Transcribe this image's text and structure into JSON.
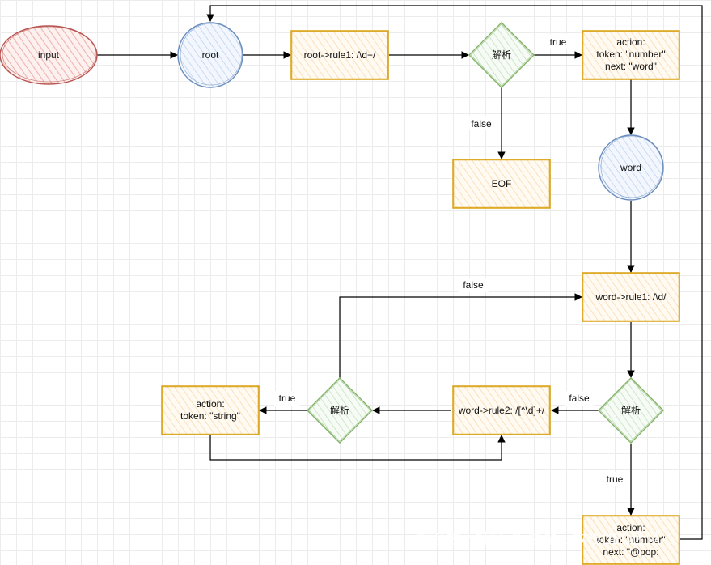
{
  "nodes": {
    "input": "input",
    "root": "root",
    "root_rule1": "root->rule1: /\\d+/",
    "decision1": "解析",
    "action1": [
      "action:",
      "token: \"number\"",
      "next: \"word\""
    ],
    "eof": "EOF",
    "word": "word",
    "word_rule1": "word->rule1: /\\d/",
    "decision2": "解析",
    "word_rule2": "word->rule2: /[^\\d]+/",
    "decision3": "解析",
    "action2": [
      "action:",
      "token: \"string\""
    ],
    "action3": [
      "action:",
      "token: \"number\"",
      "next: \"@pop:"
    ]
  },
  "edges": {
    "d1_true": "true",
    "d1_false": "false",
    "d3_false": "false",
    "d3_true": "true",
    "d2_false": "false",
    "d2_true": "true"
  },
  "watermark": "掘金技术社区 @ 袋鼠云数栈UED团队",
  "colors": {
    "red_fill": "#f8cecc",
    "red_stroke": "#b85450",
    "blue_fill": "#dae8fc",
    "blue_stroke": "#6c8ebf",
    "orange_fill": "#ffe6cc",
    "orange_stroke": "#d79b00",
    "green_fill": "#d5e8d4",
    "green_stroke": "#82b366",
    "edge": "#000000"
  }
}
